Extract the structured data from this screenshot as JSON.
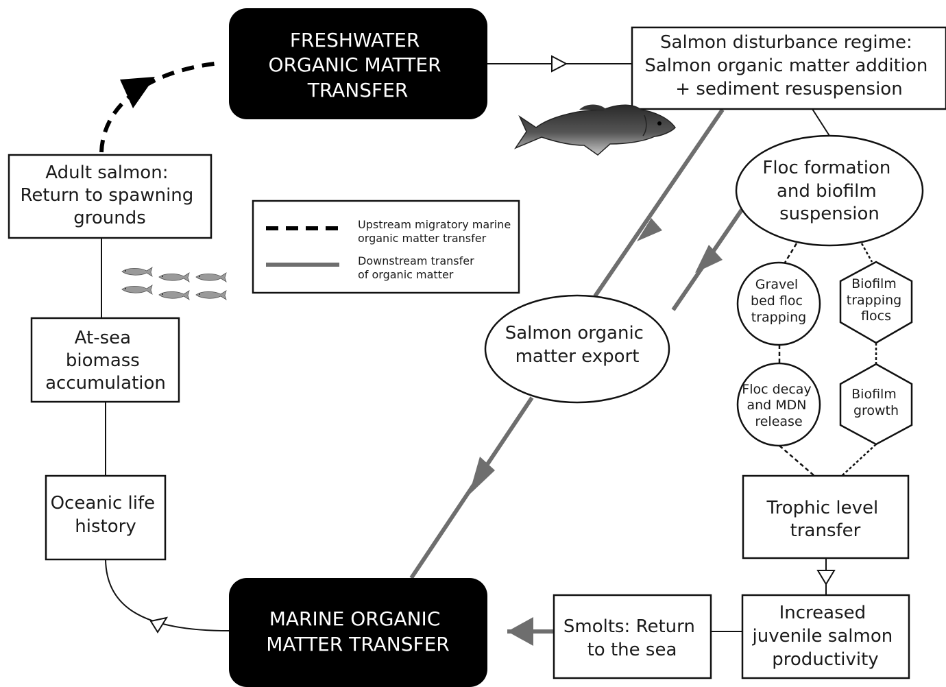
{
  "nodes": {
    "freshwater": [
      "FRESHWATER",
      "ORGANIC MATTER",
      "TRANSFER"
    ],
    "marine": [
      "MARINE ORGANIC",
      "MATTER TRANSFER"
    ],
    "disturbance": [
      "Salmon disturbance regime:",
      "Salmon organic matter addition",
      "+ sediment resuspension"
    ],
    "adult": [
      "Adult salmon:",
      "Return to spawning",
      "grounds"
    ],
    "atsea": [
      "At-sea",
      "biomass",
      "accumulation"
    ],
    "oceanic": [
      "Oceanic life",
      "history"
    ],
    "floc": [
      "Floc formation",
      "and biofilm",
      "suspension"
    ],
    "export": [
      "Salmon organic",
      "matter export"
    ],
    "gravel": [
      "Gravel",
      "bed floc",
      "trapping"
    ],
    "biotrap": [
      "Biofilm",
      "trapping",
      "flocs"
    ],
    "flocdecay": [
      "Floc decay",
      "and MDN",
      "release"
    ],
    "biogrowth": [
      "Biofilm",
      "growth"
    ],
    "trophic": [
      "Trophic level",
      "transfer"
    ],
    "juvenile": [
      "Increased",
      "juvenile salmon",
      "productivity"
    ],
    "smolts": [
      "Smolts: Return",
      "to the sea"
    ]
  },
  "legend": {
    "dashed": [
      "Upstream migratory marine",
      "organic matter transfer"
    ],
    "solid": [
      "Downstream transfer",
      "of organic matter"
    ]
  },
  "colors": {
    "black_box": "#000000",
    "gray_flow": "#6e6e6e",
    "line": "#111111"
  },
  "icons": [
    "salmon-fish-icon",
    "fish-school-icon"
  ]
}
